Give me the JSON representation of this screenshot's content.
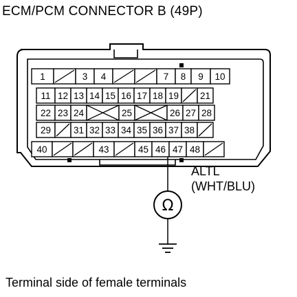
{
  "header": {
    "title": "ECM/PCM CONNECTOR B (49P)"
  },
  "caption": "Terminal side of female terminals",
  "wire": {
    "name": "ALTL",
    "color": "(WHT/BLU)"
  },
  "meter": {
    "symbol": "Ω"
  },
  "connector": {
    "rows": [
      [
        "1",
        "",
        "3",
        "4",
        "",
        "",
        "7",
        "8",
        "9",
        "10"
      ],
      [
        "11",
        "12",
        "13",
        "14",
        "15",
        "16",
        "17",
        "18",
        "19",
        "",
        "21"
      ],
      [
        "22",
        "23",
        "24",
        "X",
        "25",
        "X",
        "26",
        "27",
        "28"
      ],
      [
        "29",
        "",
        "31",
        "32",
        "33",
        "34",
        "35",
        "36",
        "37",
        "38",
        ""
      ],
      [
        "40",
        "",
        "",
        "43",
        "",
        "45",
        "46",
        "47",
        "48",
        ""
      ]
    ],
    "probed_terminal": "46"
  }
}
